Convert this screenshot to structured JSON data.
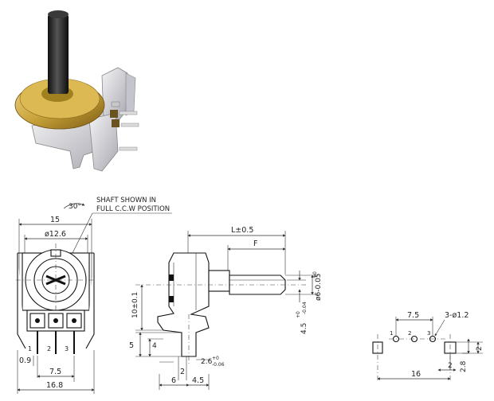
{
  "annotation": {
    "line1": "SHAFT SHOWN IN",
    "line2": "FULL C.C.W POSITION",
    "angle": "30°"
  },
  "front_view": {
    "width_top": "15",
    "diameter": "ø12.6",
    "pin_spacing": "7.5",
    "overall_width": "16.8",
    "pin_offset": "0.9",
    "pins": [
      "1",
      "2",
      "3"
    ]
  },
  "side_view": {
    "shaft_length": "L±0.5",
    "flat_length": "F",
    "shaft_height": "10±0.1",
    "shaft_diameter": "ø6-0.05",
    "shaft_diameter_tol": "+0",
    "flat_width": "4.5",
    "flat_width_tol_top": "+0",
    "flat_width_tol_bottom": "-0.04",
    "lead_5": "5",
    "lead_4": "4",
    "lead_2": "2",
    "pin_thickness": "2.6",
    "pin_tol_top": "+0",
    "pin_tol_bottom": "-0.06",
    "base_6": "6",
    "base_45": "4.5"
  },
  "pcb_layout": {
    "pin_spacing": "7.5",
    "hole": "3-ø1.2",
    "width": "16",
    "tab_2": "2",
    "tab_28": "2.8",
    "tab_2b": "2",
    "pins": [
      "1",
      "2",
      "3"
    ]
  },
  "colors": {
    "brass": "#c9a33a",
    "brass_dark": "#8a6a1a",
    "metal": "#d8d8dc",
    "shaft": "#2a2a2a"
  }
}
